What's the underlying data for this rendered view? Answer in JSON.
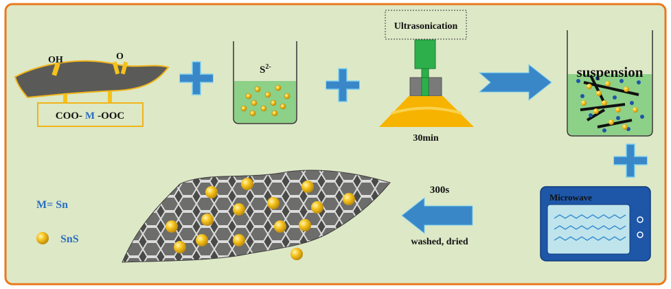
{
  "colors": {
    "frame_border": "#e8781e",
    "background": "#dde8c6",
    "sheet": "#5a5a58",
    "gold": "#f5c21b",
    "gold_dark": "#c79a0a",
    "orange_label_border": "#f0b419",
    "beaker_liquid": "#8dd088",
    "arrow_blue": "#3a87c8",
    "blue_text": "#2a6fc1",
    "microwave_body": "#1e56a8",
    "microwave_window": "#bfe4ec",
    "horn": "#2db04b",
    "cup": "#f6b400"
  },
  "precursor": {
    "oh_label": "OH",
    "o_label": "O",
    "complex_left": "COO-",
    "complex_metal": "M",
    "complex_right": "-OOC"
  },
  "beaker1": {
    "ion_label": "S2-"
  },
  "ultrasonic": {
    "box_label": "Ultrasonication",
    "time": "30min"
  },
  "beaker2": {
    "label": "suspension"
  },
  "microwave": {
    "label": "Microwave"
  },
  "step_back": {
    "time": "300s",
    "action": "washed, dried"
  },
  "legend": {
    "metal_def": "M=  Sn",
    "particle": "SnS"
  }
}
